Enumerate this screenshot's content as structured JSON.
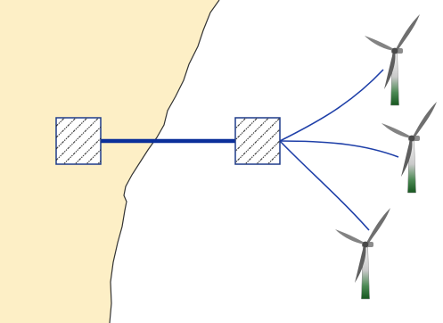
{
  "diagram": {
    "type": "offshore-wind-connection",
    "colors": {
      "land": "#fdefc6",
      "coastline": "#333333",
      "sea": "#ffffff",
      "cable": "#1e3fa8",
      "export_cable": "#0b2f9a",
      "substation_border": "#1e3b8a",
      "substation_hatch": "#222222",
      "tower_light": "#e8e8e8",
      "tower_dark": "#1f6a2c",
      "blade": "#7a7a7a"
    },
    "nodes": {
      "onshore_substation": {
        "icon": "hatched-substation-icon"
      },
      "offshore_substation": {
        "icon": "hatched-substation-icon"
      },
      "turbines": [
        {
          "icon": "wind-turbine-icon"
        },
        {
          "icon": "wind-turbine-icon"
        },
        {
          "icon": "wind-turbine-icon"
        }
      ]
    },
    "edges": [
      {
        "from": "onshore_substation",
        "to": "offshore_substation",
        "kind": "export-cable"
      },
      {
        "from": "offshore_substation",
        "to": "turbine-1",
        "kind": "array-cable"
      },
      {
        "from": "offshore_substation",
        "to": "turbine-2",
        "kind": "array-cable"
      },
      {
        "from": "offshore_substation",
        "to": "turbine-3",
        "kind": "array-cable"
      }
    ]
  }
}
